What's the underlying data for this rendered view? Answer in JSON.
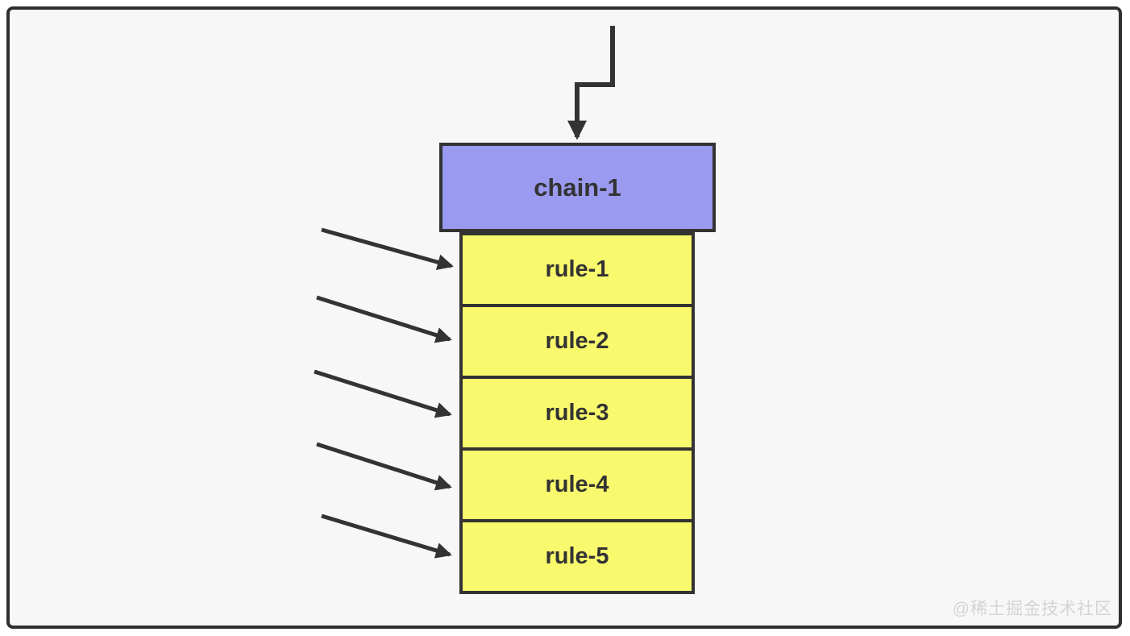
{
  "frame": {
    "background": "#f7f7f7",
    "border_color": "#2f2f2f"
  },
  "diagram": {
    "chain_box": {
      "label": "chain-1",
      "fill": "#9a9af0",
      "text_color": "#333333"
    },
    "rule_boxes": [
      {
        "label": "rule-1"
      },
      {
        "label": "rule-2"
      },
      {
        "label": "rule-3"
      },
      {
        "label": "rule-4"
      },
      {
        "label": "rule-5"
      }
    ],
    "rule_fill": "#f9f96d",
    "box_border_color": "#333333",
    "arrow_color": "#333333",
    "incoming_left_arrows": 5,
    "top_entry_arrow": true
  },
  "watermark": {
    "text": "@稀土掘金技术社区",
    "color": "#d4d4d4"
  }
}
